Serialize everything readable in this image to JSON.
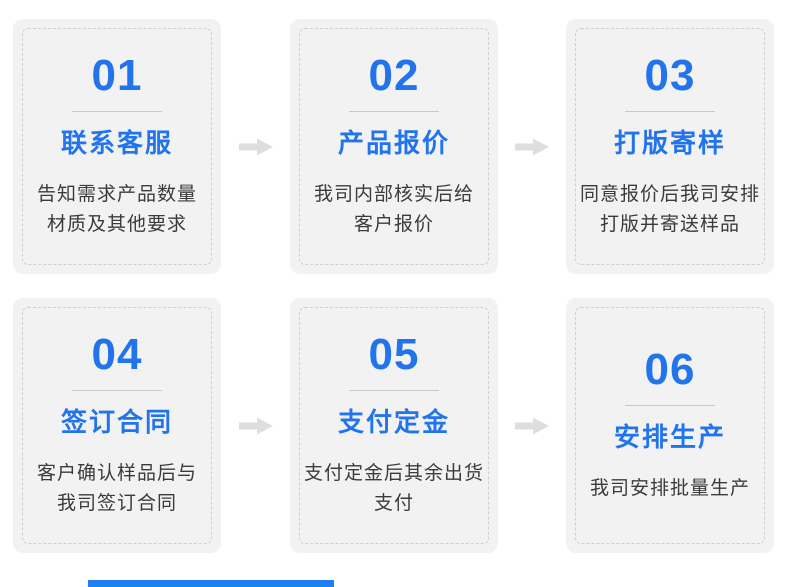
{
  "page": {
    "background": "#ffffff",
    "type": "order-process-infographic"
  },
  "colors": {
    "accent_blue": "#2274ec",
    "card_background": "#f2f2f3",
    "dashed_border": "#cfcfcf",
    "divider_gray": "#c9c9c9",
    "description_text": "#3b3b3b",
    "arrow_gray": "#dedede",
    "bottom_bar_blue": "#1e7ff2"
  },
  "steps": [
    {
      "number": "01",
      "title": "联系客服",
      "desc": [
        "告知需求产品数量",
        "材质及其他要求"
      ]
    },
    {
      "number": "02",
      "title": "产品报价",
      "desc": [
        "我司内部核实后给",
        "客户报价"
      ]
    },
    {
      "number": "03",
      "title": "打版寄样",
      "desc": [
        "同意报价后我司安排",
        "打版并寄送样品"
      ]
    },
    {
      "number": "04",
      "title": "签订合同",
      "desc": [
        "客户确认样品后与",
        "我司签订合同"
      ]
    },
    {
      "number": "05",
      "title": "支付定金",
      "desc": [
        "支付定金后其余出货",
        "支付"
      ]
    },
    {
      "number": "06",
      "title": "安排生产",
      "desc": [
        "我司安排批量生产"
      ]
    }
  ]
}
